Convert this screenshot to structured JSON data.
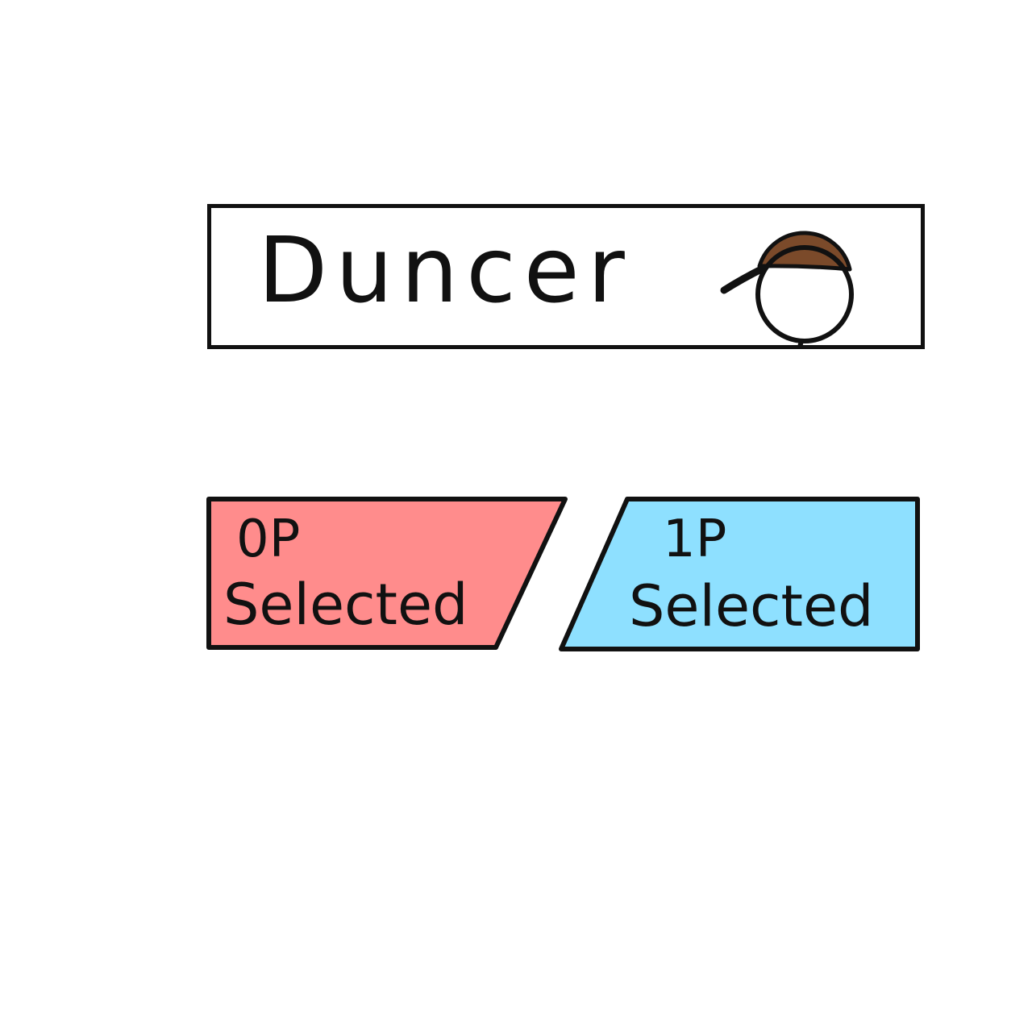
{
  "character": {
    "name": "Duncer",
    "avatar_icon": "capped-stick-figure-icon",
    "cap_color": "#7b4a2a"
  },
  "player_slots": [
    {
      "player_label": "0P",
      "status_label": "Selected",
      "color": "#ff8c8c"
    },
    {
      "player_label": "1P",
      "status_label": "Selected",
      "color": "#8ee0ff"
    }
  ]
}
